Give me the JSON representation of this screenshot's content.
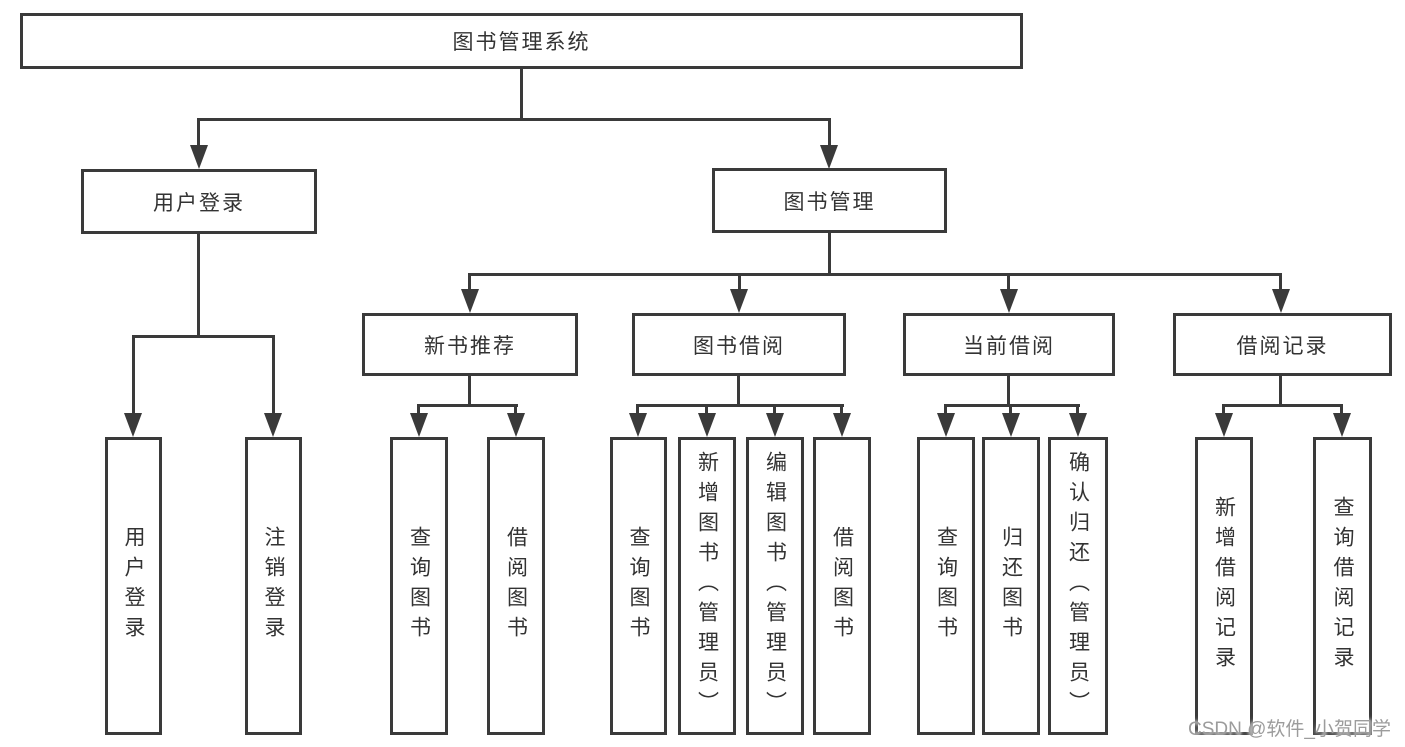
{
  "tree": {
    "root": {
      "label": "图书管理系统",
      "children": [
        {
          "label": "用户登录",
          "children": [
            {
              "label": "用户登录"
            },
            {
              "label": "注销登录"
            }
          ]
        },
        {
          "label": "图书管理",
          "children": [
            {
              "label": "新书推荐",
              "children": [
                {
                  "label": "查询图书"
                },
                {
                  "label": "借阅图书"
                }
              ]
            },
            {
              "label": "图书借阅",
              "children": [
                {
                  "label": "查询图书"
                },
                {
                  "label": "新增图书（管理员）"
                },
                {
                  "label": "编辑图书（管理员）"
                },
                {
                  "label": "借阅图书"
                }
              ]
            },
            {
              "label": "当前借阅",
              "children": [
                {
                  "label": "查询图书"
                },
                {
                  "label": "归还图书"
                },
                {
                  "label": "确认归还（管理员）"
                }
              ]
            },
            {
              "label": "借阅记录",
              "children": [
                {
                  "label": "新增借阅记录"
                },
                {
                  "label": "查询借阅记录"
                }
              ]
            }
          ]
        }
      ]
    }
  },
  "watermark": {
    "text": "CSDN @软件_小贺同学"
  },
  "colors": {
    "line": "#3a3a3a",
    "text": "#333333",
    "watermark": "#9c9c9c",
    "bg": "#ffffff"
  }
}
